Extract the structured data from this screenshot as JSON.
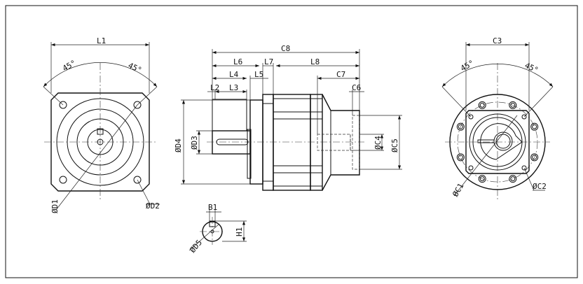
{
  "drawing": {
    "front_view": {
      "width": "L1",
      "angle_left": "45°",
      "angle_right": "45°",
      "dia_d1": "ØD1",
      "dia_d2": "ØD2"
    },
    "side_view": {
      "c8": "C8",
      "l6": "L6",
      "l7": "L7",
      "l8": "L8",
      "l4": "L4",
      "l5": "L5",
      "c7": "C7",
      "l2": "L2",
      "l3": "L3",
      "c6": "C6",
      "dia_d4": "ØD4",
      "dia_d3": "ØD3",
      "dia_c4": "ØC4",
      "dia_c5": "ØC5"
    },
    "key_section": {
      "b1": "B1",
      "h1": "H1",
      "dia_d5": "ØD5"
    },
    "rear_view": {
      "width": "C3",
      "angle_left": "45°",
      "angle_right": "45°",
      "dia_c1": "ØC1",
      "dia_c2": "ØC2"
    }
  }
}
